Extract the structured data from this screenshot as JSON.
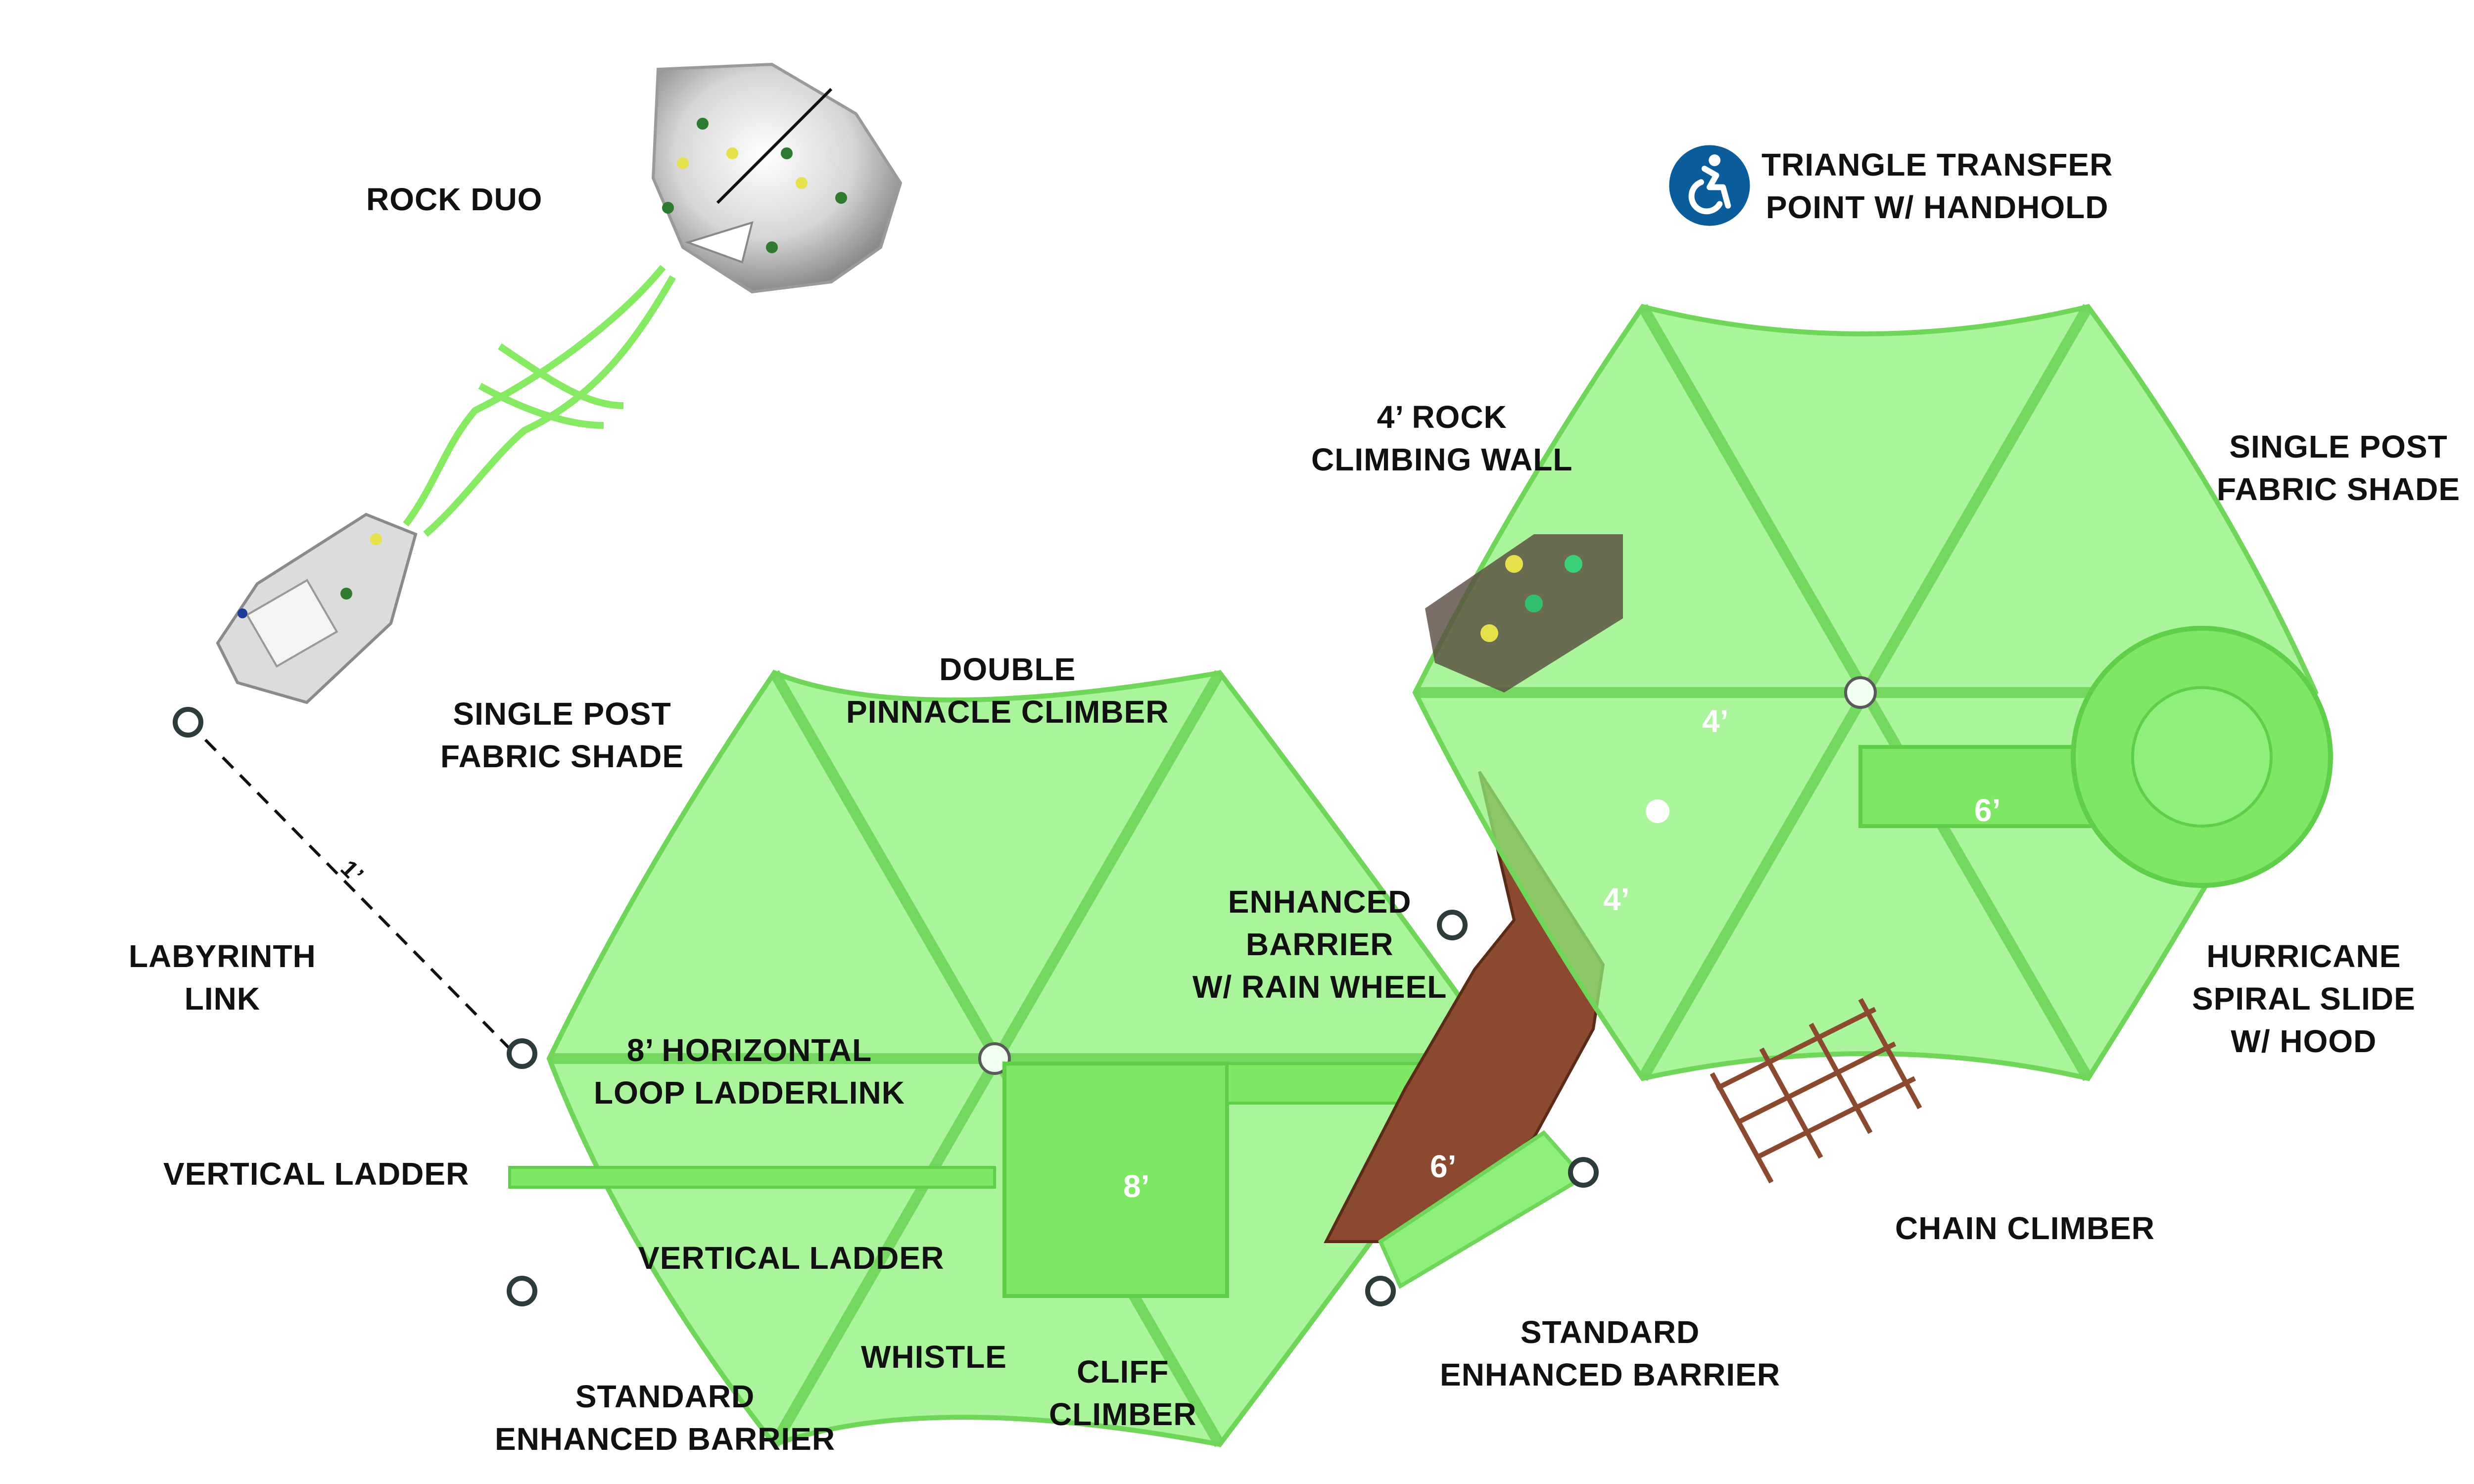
{
  "labels": {
    "rock_duo": "ROCK DUO",
    "triangle_transfer": [
      "TRIANGLE TRANSFER",
      "POINT W/ HANDHOLD"
    ],
    "rock_climbing_wall": [
      "4’ ROCK",
      "CLIMBING WALL"
    ],
    "single_post_shade_right": [
      "SINGLE POST",
      "FABRIC SHADE"
    ],
    "single_post_shade_left": [
      "SINGLE POST",
      "FABRIC SHADE"
    ],
    "double_pinnacle": [
      "DOUBLE",
      "PINNACLE CLIMBER"
    ],
    "enhanced_barrier_rain": [
      "ENHANCED",
      "BARRIER",
      "W/ RAIN WHEEL"
    ],
    "labyrinth_link": [
      "LABYRINTH",
      "LINK"
    ],
    "horizontal_loop": [
      "8’ HORIZONTAL",
      "LOOP LADDERLINK"
    ],
    "hurricane_slide": [
      "HURRICANE",
      "SPIRAL SLIDE",
      "W/ HOOD"
    ],
    "vertical_ladder_left": "VERTICAL LADDER",
    "vertical_ladder_mid": "VERTICAL LADDER",
    "chain_climber": "CHAIN CLIMBER",
    "standard_barrier_right": [
      "STANDARD",
      "ENHANCED BARRIER"
    ],
    "whistle": "WHISTLE",
    "cliff_climber": [
      "CLIFF",
      "CLIMBER"
    ],
    "standard_barrier_left": [
      "STANDARD",
      "ENHANCED BARRIER"
    ]
  },
  "dimensions": {
    "deck_4_upper": "4’",
    "deck_4_lower": "4’",
    "slide_6": "6’",
    "deck_8": "8’",
    "ramp_6": "6’",
    "link_1": "1’"
  },
  "colors": {
    "shade_fill": "#8ef07a",
    "shade_frame": "#6fd65a",
    "deck_brown": "#8b4a2f",
    "rock_grey": "#d9d9d9",
    "ada_blue": "#0a5c9a"
  },
  "icons": {
    "accessibility": "wheelchair-accessibility-icon"
  }
}
